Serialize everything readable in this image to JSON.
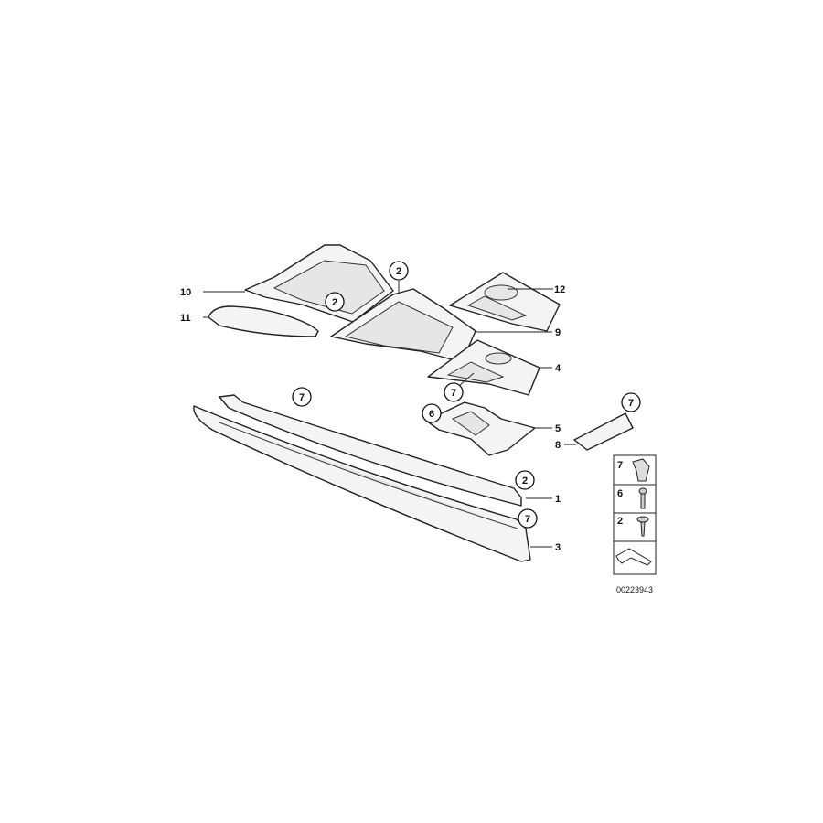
{
  "diagram": {
    "part_labels": {
      "p1": "1",
      "p3": "3",
      "p4": "4",
      "p5": "5",
      "p8": "8",
      "p9": "9",
      "p10": "10",
      "p11": "11",
      "p12": "12"
    },
    "callouts": {
      "c2a": "2",
      "c2b": "2",
      "c2c": "2",
      "c7a": "7",
      "c7b": "7",
      "c7c": "7",
      "c7d": "7",
      "c6": "6"
    },
    "legend": {
      "rows": [
        {
          "number": "7",
          "icon": "clip-icon"
        },
        {
          "number": "6",
          "icon": "bolt-icon"
        },
        {
          "number": "2",
          "icon": "screw-icon"
        }
      ],
      "footer_icon": "arrow-icon"
    },
    "diagram_code": "00223943"
  }
}
